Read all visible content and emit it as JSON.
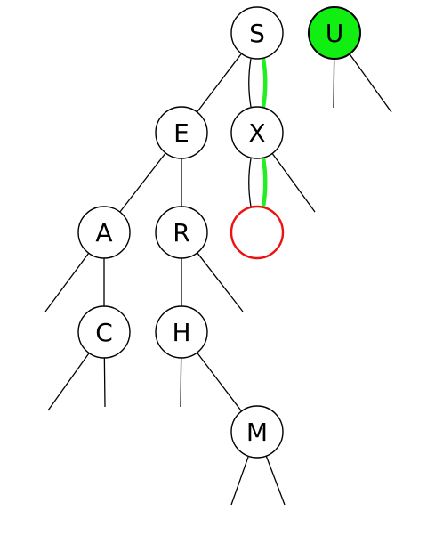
{
  "colors": {
    "line": "#000000",
    "highlight_path": "#22ee22",
    "new_node_stroke": "#ee1111",
    "inserted_node_fill": "#11ee11",
    "node_fill": "#ffffff"
  },
  "nodes": [
    {
      "id": "S",
      "label": "S",
      "type": "normal"
    },
    {
      "id": "E",
      "label": "E",
      "type": "normal"
    },
    {
      "id": "X",
      "label": "X",
      "type": "normal"
    },
    {
      "id": "A",
      "label": "A",
      "type": "normal"
    },
    {
      "id": "R",
      "label": "R",
      "type": "normal"
    },
    {
      "id": "C",
      "label": "C",
      "type": "normal"
    },
    {
      "id": "H",
      "label": "H",
      "type": "normal"
    },
    {
      "id": "M",
      "label": "M",
      "type": "normal"
    },
    {
      "id": "new",
      "label": "",
      "type": "new-empty"
    },
    {
      "id": "U",
      "label": "U",
      "type": "inserted"
    }
  ],
  "edges": [
    {
      "from": "S",
      "to": "E"
    },
    {
      "from": "S",
      "to": "X",
      "highlighted": true
    },
    {
      "from": "E",
      "to": "A"
    },
    {
      "from": "E",
      "to": "R"
    },
    {
      "from": "X",
      "to": "new",
      "highlighted": true
    },
    {
      "from": "R",
      "to": "H"
    },
    {
      "from": "A",
      "to": "C"
    },
    {
      "from": "H",
      "to": "M"
    }
  ],
  "null_links": [
    {
      "from": "A",
      "side": "left"
    },
    {
      "from": "C",
      "side": "left"
    },
    {
      "from": "C",
      "side": "right"
    },
    {
      "from": "R",
      "side": "right"
    },
    {
      "from": "H",
      "side": "left"
    },
    {
      "from": "M",
      "side": "left"
    },
    {
      "from": "M",
      "side": "right"
    },
    {
      "from": "X",
      "side": "right"
    },
    {
      "from": "U",
      "side": "left"
    },
    {
      "from": "U",
      "side": "right"
    }
  ]
}
